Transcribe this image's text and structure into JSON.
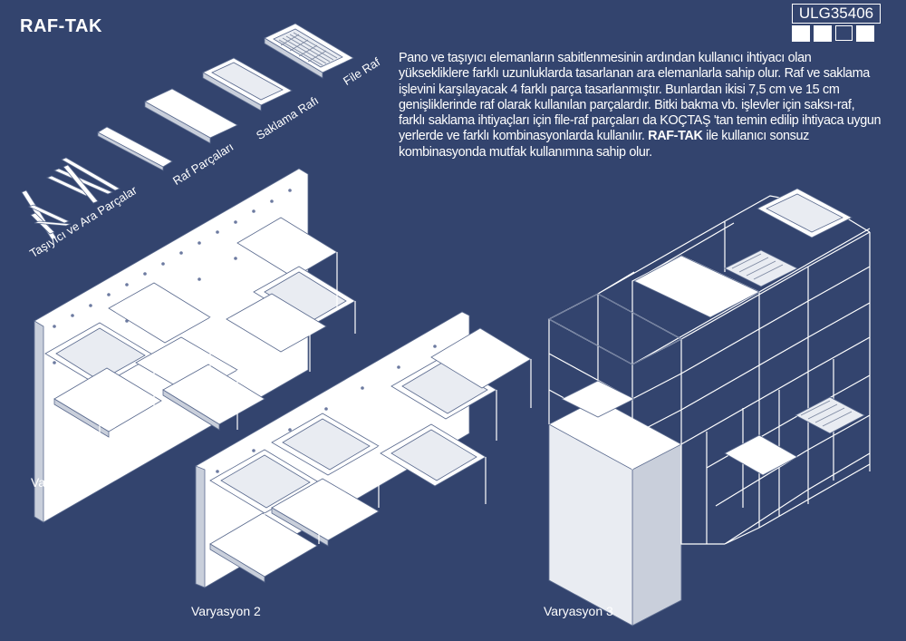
{
  "title": "RAF-TAK",
  "code": "ULG35406",
  "code_squares": [
    "filled",
    "filled",
    "empty",
    "filled"
  ],
  "description": {
    "part1": "Pano ve taşıyıcı elemanların sabitlenmesinin ardından kullanıcı ihtiyacı olan yüksekliklere farklı uzunluklarda tasarlanan ara elemanlarla sahip olur. Raf ve saklama işlevini karşılayacak 4 farklı parça tasarlanmıştır. Bunlardan ikisi 7,5 cm ve 15 cm genişliklerinde raf olarak kullanılan parçalardır. Bitki bakma vb. işlevler için saksı-raf, farklı saklama ihtiyaçları için file-raf parçaları da KOÇTAŞ 'tan temin edilip ihtiyaca uygun yerlerde ve farklı kombinasyonlarda kullanılır. ",
    "brand": "RAF-TAK",
    "part2": " ile kullanıcı sonsuz kombinasyonda mutfak kullanımına sahip olur."
  },
  "parts": {
    "carrier": "Taşıyıcı ve Ara Parçalar",
    "shelf_parts": "Raf Parçaları",
    "storage_shelf": "Saklama Rafı",
    "file_shelf": "File Raf"
  },
  "variations": {
    "v1": "Varyasyon 1",
    "v2": "Varyasyon 2",
    "v3": "Varyasyon 3"
  }
}
